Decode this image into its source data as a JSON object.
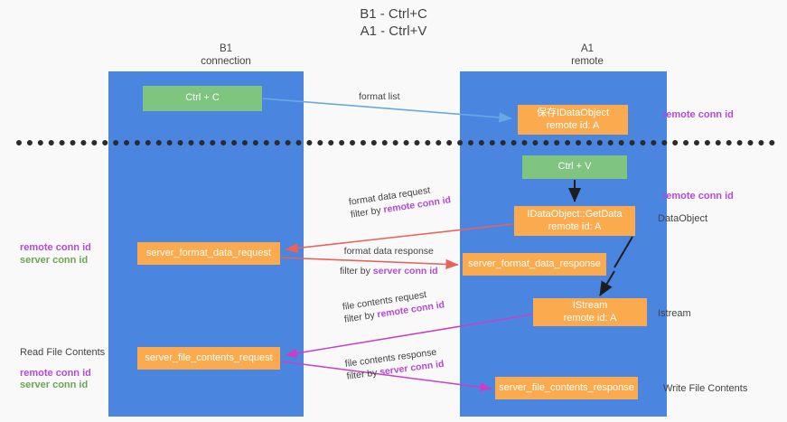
{
  "title": {
    "line1": "B1 - Ctrl+C",
    "line2": "A1 - Ctrl+V"
  },
  "lanes": [
    {
      "id": "b1",
      "name": "B1",
      "sub": "connection",
      "color": "#4a86e0"
    },
    {
      "id": "a1",
      "name": "A1",
      "sub": "remote",
      "color": "#4a86e0"
    }
  ],
  "nodes": {
    "ctrl_c": {
      "label": "Ctrl + C",
      "color": "#7fc47f"
    },
    "idataobject": {
      "line1": "保存IDataObject",
      "line2": "remote id: A",
      "color": "#fbab4e"
    },
    "ctrl_v": {
      "label": "Ctrl + V",
      "color": "#7fc47f"
    },
    "getdata": {
      "line1": "IDataObject::GetData",
      "line2": "remote id: A",
      "color": "#fbab4e"
    },
    "server_format_data_request": {
      "label": "server_format_data_request",
      "color": "#fbab4e"
    },
    "server_format_data_response": {
      "label": "server_format_data_response",
      "color": "#fbab4e"
    },
    "istream": {
      "line1": "IStream",
      "line2": "remote id: A",
      "color": "#fbab4e"
    },
    "server_file_contents_request": {
      "label": "server_file_contents_request",
      "color": "#fbab4e"
    },
    "server_file_contents_response": {
      "label": "server_file_contents_response",
      "color": "#fbab4e"
    }
  },
  "edges": {
    "format_list": {
      "label": "format list",
      "color": "#6aa8e0"
    },
    "format_data_request": {
      "label": "format data request",
      "filter_prefix": "filter by ",
      "filter_key": "remote conn id",
      "color": "#e8625a"
    },
    "format_data_response": {
      "label": "format data response",
      "filter_prefix": "filter by ",
      "filter_key": "server conn id",
      "color": "#e8625a"
    },
    "file_contents_request": {
      "label": "file contents request",
      "filter_prefix": "filter by ",
      "filter_key": "remote conn id",
      "color": "#c741c7"
    },
    "file_contents_response": {
      "label": "file contents response",
      "filter_prefix": "filter by ",
      "filter_key": "server conn id",
      "color": "#c741c7"
    }
  },
  "annotations": {
    "remote_conn_id_top": "remote conn id",
    "remote_conn_id_mid": "remote conn id",
    "dataobject": "DataObject",
    "istream": "Istream",
    "write_file_contents": "Write File Contents",
    "read_file_contents": "Read File Contents",
    "left_remote_conn_id_1": "remote conn id",
    "left_server_conn_id_1": "server conn id",
    "left_remote_conn_id_2": "remote conn id",
    "left_server_conn_id_2": "server conn id"
  },
  "colors": {
    "lane": "#4a86e0",
    "green_node": "#7fc47f",
    "orange_node": "#fbab4e",
    "purple_text": "#b44bd6",
    "green_text": "#6aa84f",
    "red_arrow": "#e8625a",
    "magenta_arrow": "#c741c7",
    "blue_arrow": "#6aa8e0",
    "divider": "#2b2b2b",
    "background": "#f9f9f9"
  }
}
